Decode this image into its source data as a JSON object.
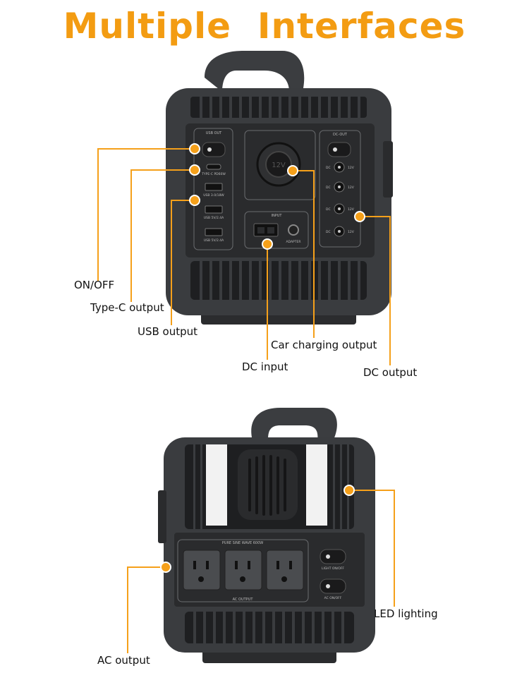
{
  "page": {
    "title": "Multiple  Interfaces"
  },
  "top_device": {
    "panel_labels": {
      "usb_out": "USB OUT",
      "dc_out": "DC-OUT",
      "type_c": "TYPE-C PD60W",
      "usb_qc": "USB 3.0/18W",
      "usb_1": "USB 5V/2.4A",
      "usb_2": "USB 5V/2.4A",
      "input": "INPUT",
      "adapter": "ADAPTER",
      "dc": "DC",
      "volt": "12V",
      "socket": "12V"
    },
    "callouts": {
      "on_off": "ON/OFF",
      "type_c_output": "Type-C output",
      "usb_output": "USB output",
      "car_charging_output": "Car charging output",
      "dc_input": "DC input",
      "dc_output": "DC output"
    }
  },
  "bottom_device": {
    "panel_labels": {
      "pure_sine": "PURE SINE WAVE 600W",
      "ac_output": "AC OUTPUT",
      "light_on_off": "LIGHT ON/OFF",
      "ac_on_off": "AC ON/OFF"
    },
    "callouts": {
      "led_lighting": "LED lighting",
      "ac_output": "AC output"
    }
  },
  "colors": {
    "accent": "#f39c12",
    "device_body": "#3a3c3f",
    "device_dark": "#222325"
  }
}
